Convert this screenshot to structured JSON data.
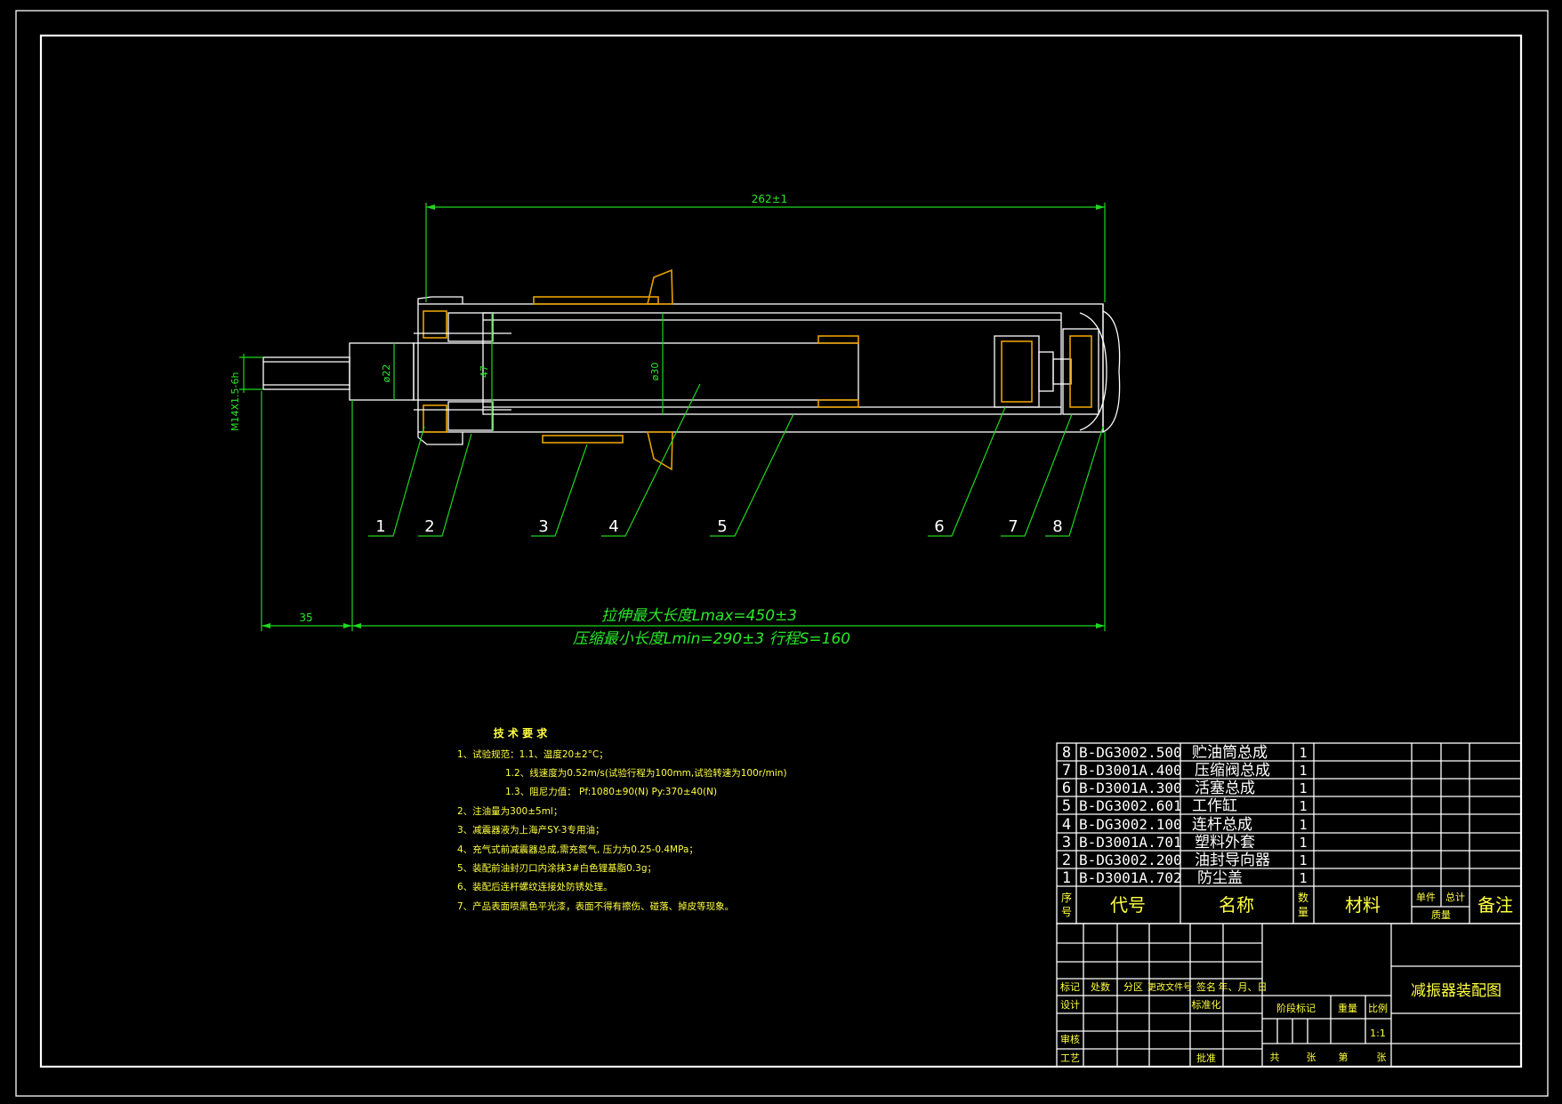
{
  "dimensions": {
    "overall": "262±1",
    "rod_dia": "ø22",
    "guide_dia": "47",
    "cyl_dia": "ø30",
    "thread": "M14X1.5-6h",
    "thread_len": "35",
    "lmax": "拉伸最大长度Lmax=450±3",
    "lmin": "压缩最小长度Lmin=290±3  行程S=160"
  },
  "balloons": [
    "1",
    "2",
    "3",
    "4",
    "5",
    "6",
    "7",
    "8"
  ],
  "tech": {
    "title": "技 术 要 求",
    "lines": [
      "1、试验规范：1.1、温度20±2°C；",
      "1.2、线速度为0.52m/s(试验行程为100mm,试验转速为100r/min)",
      "1.3、阻尼力值：  Pf:1080±90(N)   Py:370±40(N)",
      "2、注油量为300±5ml；",
      "3、减震器液为上海产SY-3专用油；",
      "4、充气式前减震器总成,需充氮气, 压力为0.25-0.4MPa；",
      "5、装配前油封刃口内涂抹3#白色锂基脂0.3g；",
      "6、装配后连杆螺纹连接处防锈处理。",
      "7、产品表面喷黑色平光漆，表面不得有擦伤、碰落、掉皮等现象。"
    ]
  },
  "bom": {
    "rows": [
      {
        "no": "8",
        "code": "B-DG3002.500",
        "name": "贮油筒总成",
        "qty": "1"
      },
      {
        "no": "7",
        "code": "B-D3001A.400",
        "name": "压缩阀总成",
        "qty": "1"
      },
      {
        "no": "6",
        "code": "B-D3001A.300",
        "name": "活塞总成",
        "qty": "1"
      },
      {
        "no": "5",
        "code": "B-DG3002.601",
        "name": "工作缸",
        "qty": "1"
      },
      {
        "no": "4",
        "code": "B-DG3002.100",
        "name": "连杆总成",
        "qty": "1"
      },
      {
        "no": "3",
        "code": "B-D3001A.701",
        "name": "塑料外套",
        "qty": "1"
      },
      {
        "no": "2",
        "code": "B-DG3002.200",
        "name": "油封导向器",
        "qty": "1"
      },
      {
        "no": "1",
        "code": "B-D3001A.702",
        "name": "防尘盖",
        "qty": "1"
      }
    ],
    "header": {
      "no_top": "序",
      "no_bottom": "号",
      "code": "代号",
      "name": "名称",
      "qty_top": "数",
      "qty_bottom": "量",
      "material": "材料",
      "unit": "单件",
      "total": "总计",
      "mass": "质量",
      "remark": "备注"
    }
  },
  "titleblock": {
    "drawing_title": "减振器装配图",
    "row_labels": [
      "标记",
      "处数",
      "分区",
      "更改文件号",
      "签名",
      "年、月、日"
    ],
    "design": "设计",
    "standardize": "标准化",
    "stage": "阶段标记",
    "weight": "重量",
    "scale_label": "比例",
    "scale": "1:1",
    "review": "审核",
    "process": "工艺",
    "approve": "批准",
    "sheet_total": "共",
    "sheet_unit1": "张",
    "sheet_no": "第",
    "sheet_unit2": "张"
  },
  "colors": {
    "background": "#000000",
    "outline": "#ffffff",
    "dimension": "#1fd61f",
    "text": "#29e829"
  }
}
